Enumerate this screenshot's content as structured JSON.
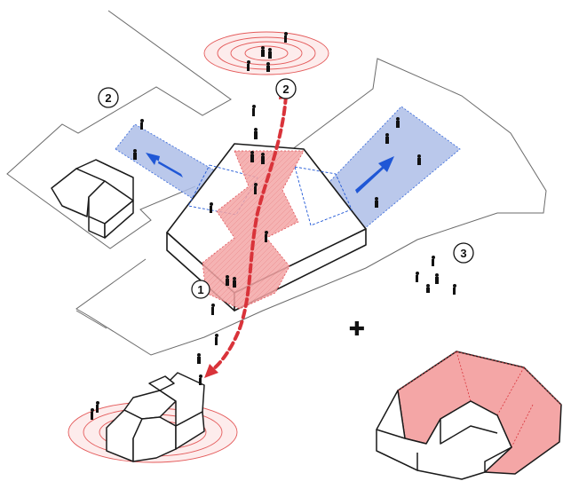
{
  "colors": {
    "line": "#1a1a1a",
    "outline": "#6b6b6b",
    "red_fill": "#f4a6a6",
    "red_dash": "#d9333a",
    "blue_fill": "#aebfe8",
    "blue_arrow": "#1f57d6",
    "ring": "#e45b5b",
    "ring_fill": "#fbd9d9"
  },
  "labels": {
    "marker_top": "2",
    "marker_left": "2",
    "marker_right": "3",
    "marker_center": "1",
    "plus_sign": "✚"
  },
  "icons": {
    "people": "people-icon",
    "arrow": "arrow-icon",
    "plus": "plus-icon"
  }
}
